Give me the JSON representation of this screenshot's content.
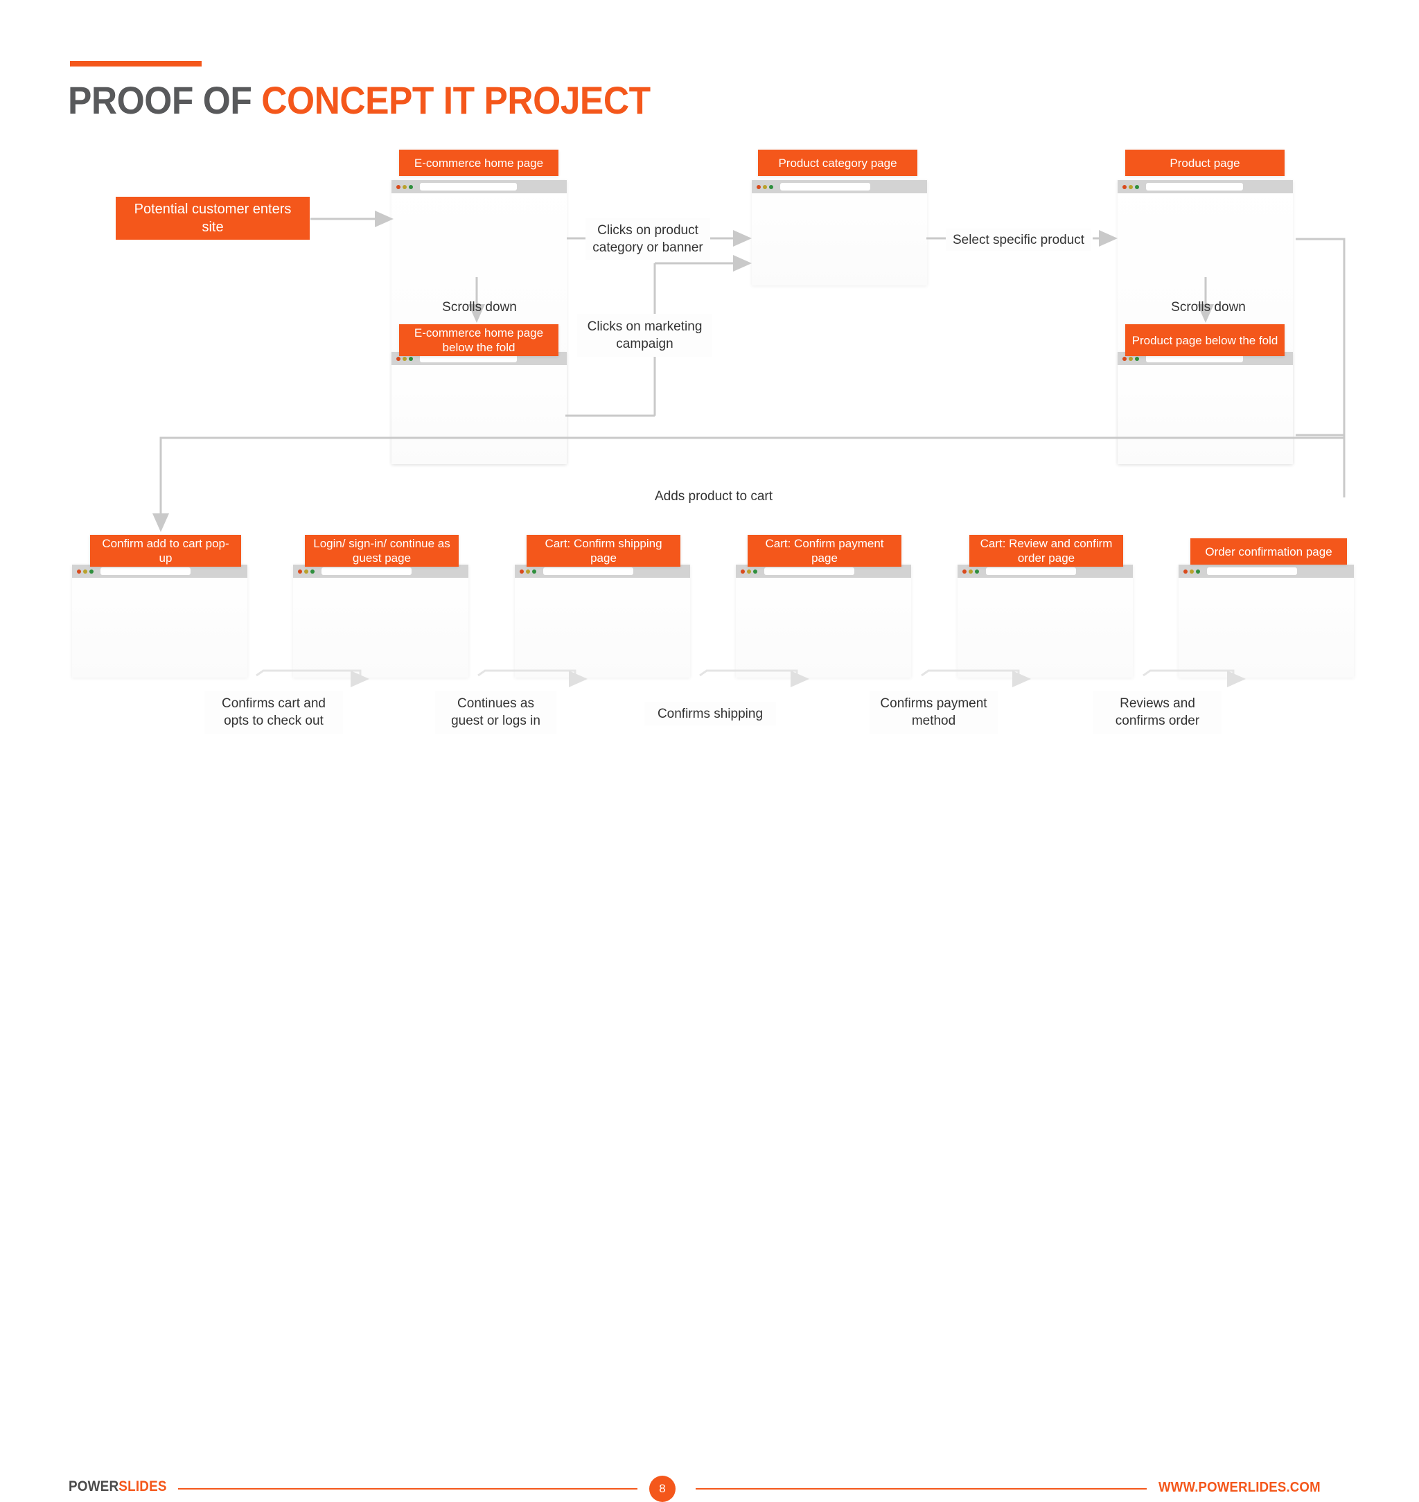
{
  "title": {
    "part1": "PROOF OF ",
    "part2": "CONCEPT IT PROJECT"
  },
  "colors": {
    "accent": "#f4571b",
    "title_dark": "#58595b",
    "wire": "#c9c9c9",
    "titlebar": "#d3d3d3"
  },
  "start_node": {
    "label": "Potential customer enters site"
  },
  "nodes": [
    {
      "id": "home",
      "label": "E-commerce home page"
    },
    {
      "id": "home-below",
      "label": "E-commerce home page below the fold"
    },
    {
      "id": "category",
      "label": "Product category page"
    },
    {
      "id": "product",
      "label": "Product page"
    },
    {
      "id": "product-below",
      "label": "Product page below the fold"
    },
    {
      "id": "confirm-cart",
      "label": "Confirm add to cart pop-up"
    },
    {
      "id": "login",
      "label": "Login/ sign-in/ continue as guest page"
    },
    {
      "id": "shipping",
      "label": "Cart: Confirm shipping page"
    },
    {
      "id": "payment",
      "label": "Cart: Confirm payment page"
    },
    {
      "id": "review",
      "label": "Cart: Review and confirm order page"
    },
    {
      "id": "order-confirm",
      "label": "Order confirmation page"
    }
  ],
  "connectors": [
    {
      "id": "clicks-category",
      "label": "Clicks on product category or banner"
    },
    {
      "id": "select-product",
      "label": "Select specific product"
    },
    {
      "id": "scrolls-down-1",
      "label": "Scrolls down"
    },
    {
      "id": "scrolls-down-2",
      "label": "Scrolls down"
    },
    {
      "id": "clicks-marketing",
      "label": "Clicks on marketing campaign"
    },
    {
      "id": "adds-to-cart",
      "label": "Adds product to cart"
    },
    {
      "id": "confirms-cart",
      "label": "Confirms cart and opts to check out"
    },
    {
      "id": "continues-guest",
      "label": "Continues as guest or logs in"
    },
    {
      "id": "confirms-ship",
      "label": "Confirms shipping"
    },
    {
      "id": "confirms-pay",
      "label": "Confirms payment method"
    },
    {
      "id": "reviews-order",
      "label": "Reviews and confirms order"
    }
  ],
  "footer": {
    "logo_dark": "POWER",
    "logo_accent": "SLIDES",
    "page_number": "8",
    "url": "WWW.POWERLIDES.COM"
  }
}
